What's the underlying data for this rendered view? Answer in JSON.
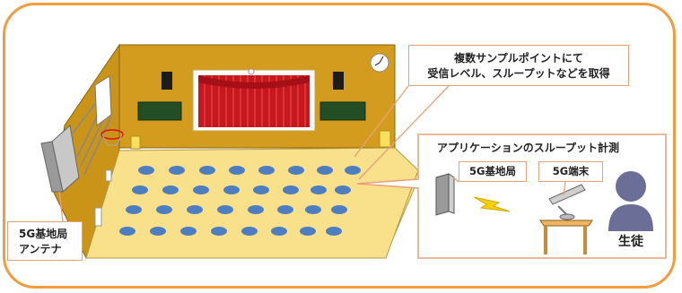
{
  "callouts": {
    "sample_points_line1": "複数サンプルポイントにて",
    "sample_points_line2": "受信レベル、スループットなどを取得",
    "antenna_line1": "5G基地局",
    "antenna_line2": "アンテナ"
  },
  "app_panel": {
    "title": "アプリケーションのスループット計測",
    "base_station": "5G基地局",
    "terminal": "5G端末",
    "student": "生徒"
  },
  "sample_points": {
    "rows": 4,
    "per_row": 8,
    "total": 32
  },
  "colors": {
    "frame": "#f39b3d",
    "wall": "#d39c1f",
    "floor": "#f9e08b",
    "curtain": "#c8161d",
    "board": "#234e25",
    "point": "#4d7ec2",
    "bolt": "#f5d000",
    "person": "#6b6f98",
    "callout_border": "#e8a07a"
  },
  "icons": [
    "antenna-panel-icon",
    "basketball-hoop-icon",
    "stage-curtain-icon",
    "clock-icon",
    "base-station-icon",
    "lightning-bolt-icon",
    "smartphone-icon",
    "desk-icon",
    "student-icon"
  ]
}
